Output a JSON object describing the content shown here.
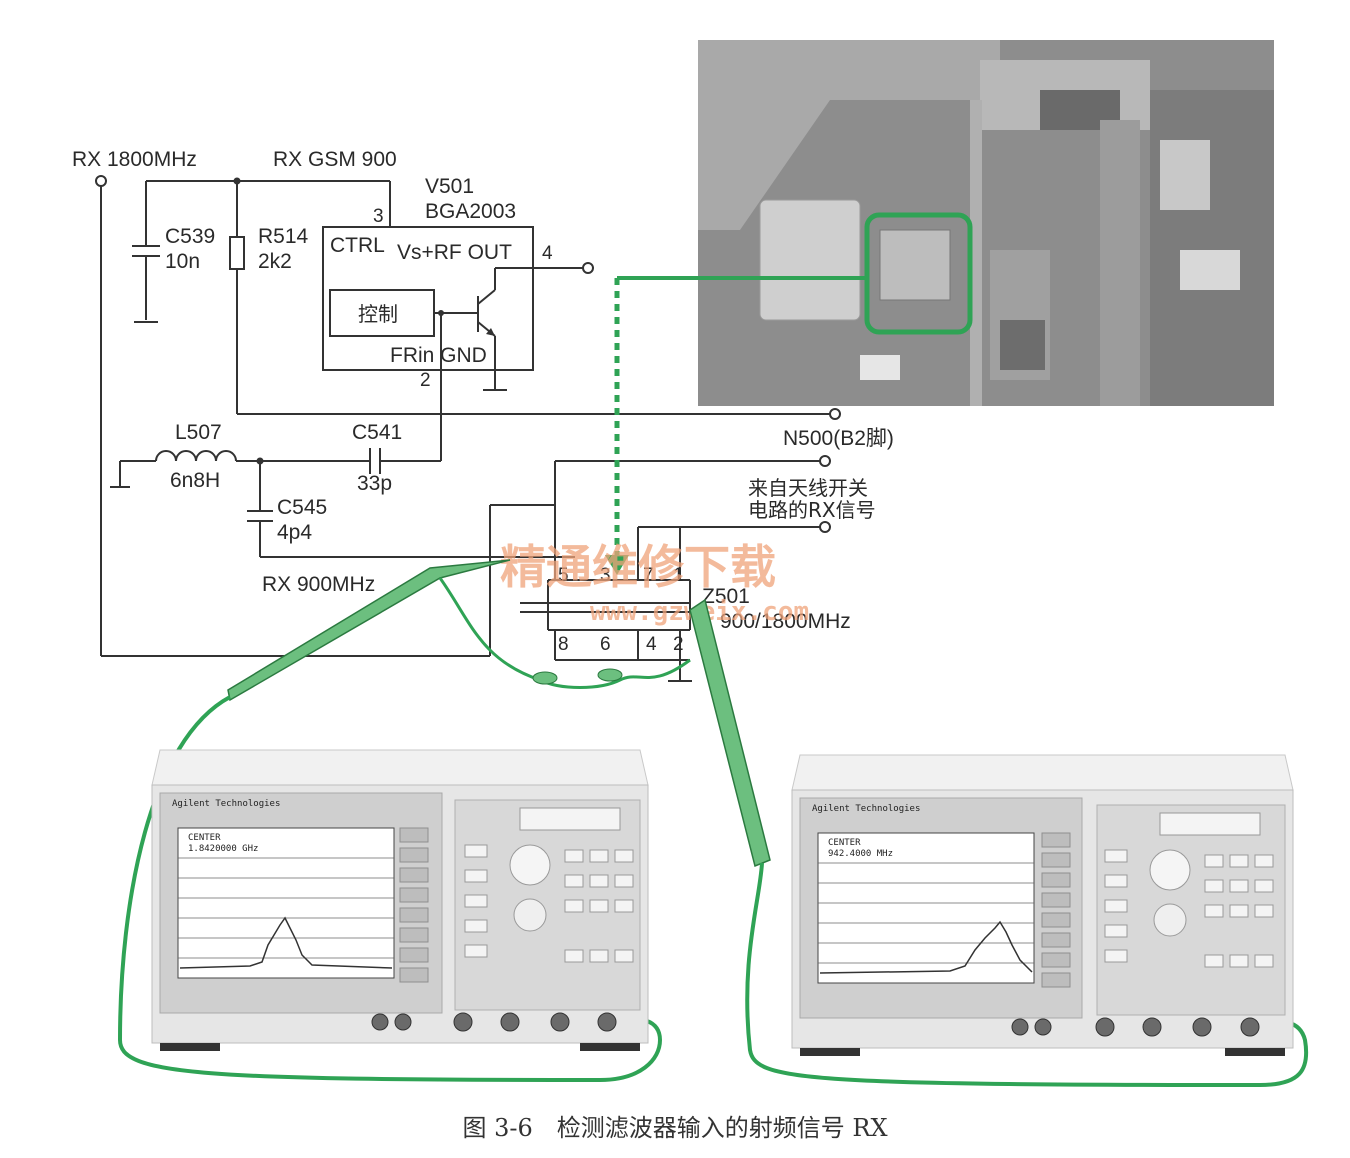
{
  "labels": {
    "rx1800": "RX 1800MHz",
    "rxgsm900": "RX GSM 900",
    "v501": "V501",
    "bga2003": "BGA2003",
    "pin3": "3",
    "pin4": "4",
    "pin2": "2",
    "ctrl": "CTRL",
    "vsrfout": "Vs+RF OUT",
    "control": "控制",
    "frin_gnd": "FRin GND",
    "c539": "C539",
    "c539_val": "10n",
    "r514": "R514",
    "r514_val": "2k2",
    "l507": "L507",
    "l507_val": "6n8H",
    "c541": "C541",
    "c541_val": "33p",
    "c545": "C545",
    "c545_val": "4p4",
    "n500": "N500(B2脚)",
    "antenna_line1": "来自天线开关",
    "antenna_line2": "电路的RX信号",
    "rx900": "RX 900MHz",
    "z501": "Z501",
    "z501_val": "900/1800MHz",
    "pins_top": [
      "5",
      "3",
      "7",
      "1"
    ],
    "pins_bottom": [
      "8",
      "6",
      "4",
      "2"
    ]
  },
  "watermark": {
    "cn": "精通维修下载",
    "url": "www.gzweix.com"
  },
  "analyzers": [
    {
      "brand": "Agilent Technologies",
      "center_label": "CENTER",
      "center_value": "1.8420000 GHz"
    },
    {
      "brand": "Agilent Technologies",
      "center_label": "CENTER",
      "center_value": "942.4000 MHz"
    }
  ],
  "caption": "图 3-6　检测滤波器输入的射频信号 RX",
  "colors": {
    "probe": "#2fa355",
    "watermark": "#f0a37a"
  }
}
